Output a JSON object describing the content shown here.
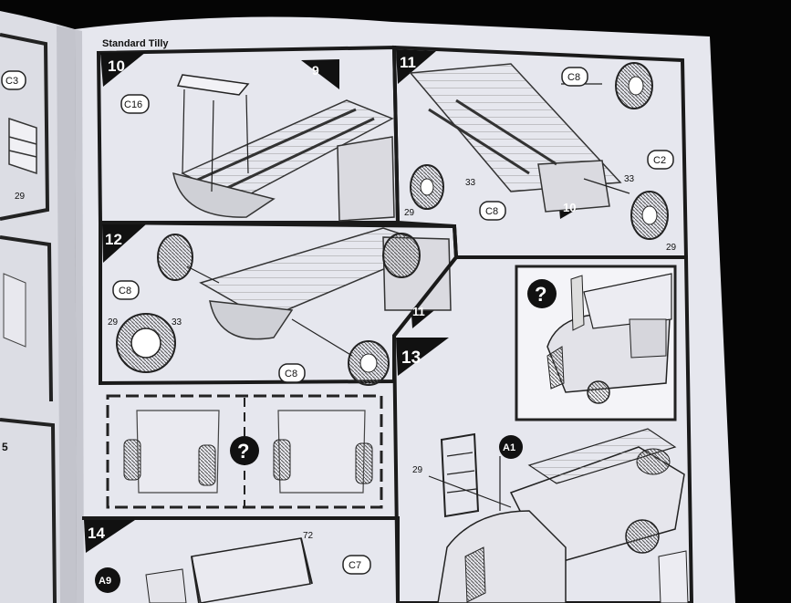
{
  "header": {
    "title": "Standard Tilly"
  },
  "steps": {
    "s10": "10",
    "s11": "11",
    "s12": "12",
    "s13": "13",
    "s14": "14",
    "ref9": "9",
    "ref10": "10",
    "ref11": "11"
  },
  "callouts": {
    "c3": "C3",
    "c16": "C16",
    "c8a": "C8",
    "c8b": "C8",
    "c2": "C2",
    "c8c": "C8",
    "c8d": "C8",
    "a1": "A1",
    "a9": "A9",
    "c7": "C7"
  },
  "numbers": {
    "n29_left": "29",
    "n33_a": "33",
    "n29_a": "29",
    "n33_b": "33",
    "n29_b": "29",
    "n29_c": "29",
    "n33_c": "33",
    "n29_d": "29",
    "n72": "72",
    "n5": "5"
  },
  "symbols": {
    "question": "?"
  }
}
